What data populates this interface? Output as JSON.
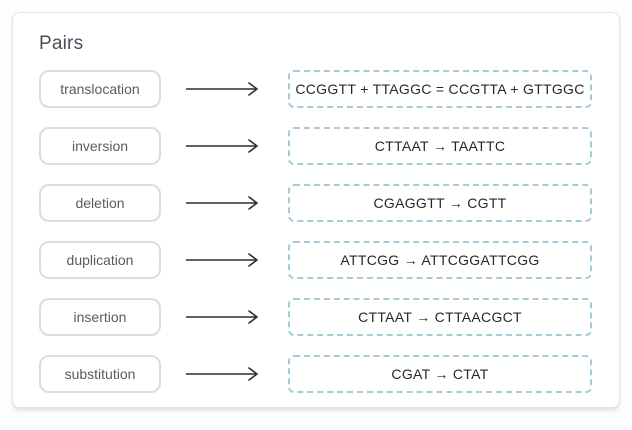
{
  "page": {
    "title": "Pairs"
  },
  "colors": {
    "dropzone_border": "#a6cbd8",
    "pill_border": "#dcdcdc",
    "card_border": "#e1e1e1",
    "arrow": "#2f2f2f",
    "title_text": "#474f58",
    "pill_text": "#565c63",
    "dropzone_text": "#24282c"
  },
  "icons": {
    "arrow": "arrow-right-icon"
  },
  "pairs": [
    {
      "label": "translocation",
      "value": "CCGGTT + TTAGGC = CCGTTA + GTTGGC"
    },
    {
      "label": "inversion",
      "value": "CTTAAT → TAATTC"
    },
    {
      "label": "deletion",
      "value": "CGAGGTT → CGTT"
    },
    {
      "label": "duplication",
      "value": "ATTCGG → ATTCGGATTCGG"
    },
    {
      "label": "insertion",
      "value": "CTTAAT → CTTAACGCT"
    },
    {
      "label": "substitution",
      "value": "CGAT → CTAT"
    }
  ]
}
